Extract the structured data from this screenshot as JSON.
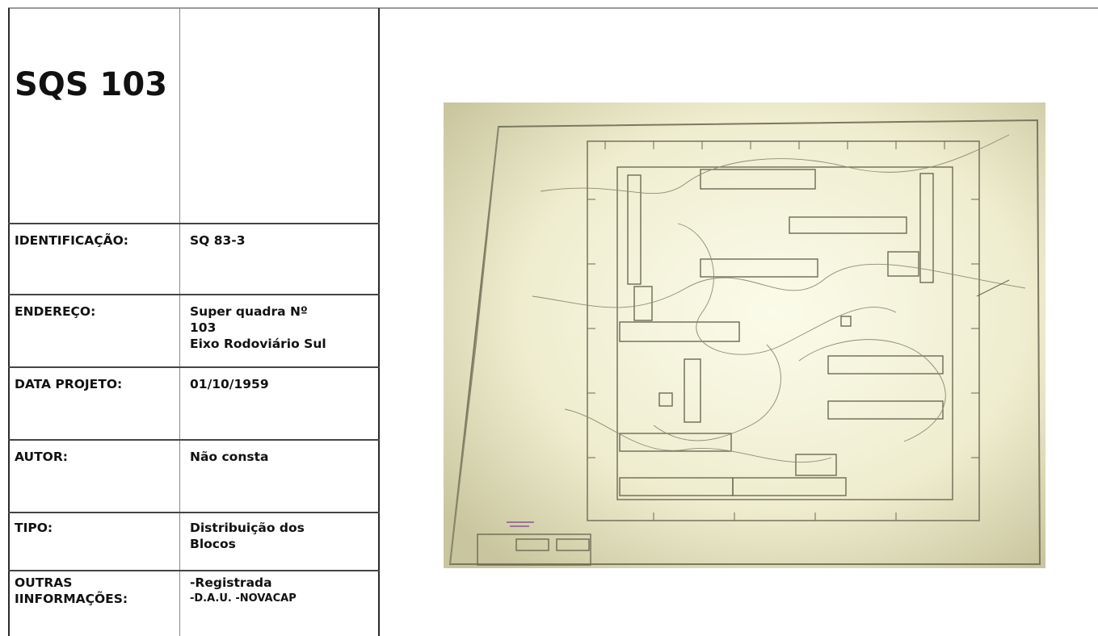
{
  "document": {
    "title": "SQS 103",
    "rows": [
      {
        "label": "IDENTIFICAÇÃO:",
        "value_lines": [
          "SQ  83-3"
        ]
      },
      {
        "label": "ENDEREÇO:",
        "value_lines": [
          "Super quadra Nº",
          "103",
          "Eixo Rodoviário Sul"
        ]
      },
      {
        "label": "DATA PROJETO:",
        "value_lines": [
          "01/10/1959"
        ]
      },
      {
        "label": "AUTOR:",
        "value_lines": [
          "Não consta"
        ]
      },
      {
        "label": "TIPO:",
        "value_lines": [
          "Distribuição dos",
          "Blocos"
        ]
      },
      {
        "label_lines": [
          "OUTRAS",
          "IINFORMAÇÕES:"
        ],
        "value_lines": [
          "-Registrada",
          "-D.A.U. -NOVACAP"
        ]
      }
    ],
    "plan_image": {
      "description_icon": "site-plan-drawing",
      "paper_color": "#e9e6c4",
      "line_color": "#6b6a55",
      "stamp_color": "#7b3c8c"
    }
  }
}
